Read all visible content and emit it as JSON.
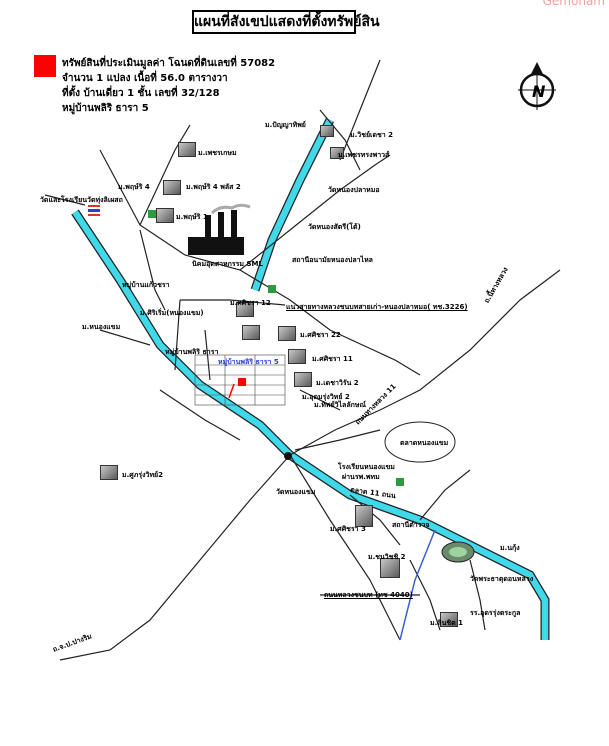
{
  "title": "แผนที่สังเขปแสดงที่ตั้งทรัพย์สิน",
  "watermark": "Gemonam",
  "property_info": {
    "line1": "ทรัพย์สินที่ประเมินมูลค่า โฉนดที่ดินเลขที่ 57082",
    "line2": "จำนวน 1 แปลง เนื้อที่ 56.0 ตารางวา",
    "line3": "ที่ตั้ง บ้านเดี่ยว 1 ชั้น เลขที่ 32/128",
    "line4": "หมู่บ้านพลิริ ธารา 5"
  },
  "compass_letter": "N",
  "places": {
    "pan_thai": "ม.ปัญญาทิพย์",
    "witcha2": "ม.วิชย์เดชา 2",
    "petch_praves": "ม.เพชรทรงพาวส์",
    "wat_nong_plaklao": "วัดหนองปลาหมอ",
    "petch_kasem": "ม.เพชรเกษม",
    "psr4": "ม.พฤษ์ริ 4",
    "psr4plus2": "ม.พฤษ์ริ 4 พลัส 2",
    "psr1": "ม.พฤษ์ริ 1",
    "wat_rong_chang": "วัดและโรงเรียนวัดทุ่งลิเผสถ",
    "wat_nong_sakon": "วัดหนองสัตรี(โต้)",
    "station_plaklao": "สถานีอนามัยหนองปลาไหล",
    "factory": "นิคมอุตสาหกรรม SML",
    "ban_kaew": "หมู่บ้านแก้วชรา",
    "petch_pc12": "ม.ศศิชรา 12",
    "road_3226": "แนวสายทางหลวงชนบทสายเก่า-หนองปลาหมอ( ทช.3226)",
    "sithi_nak": "ม.ศิริเริ่ม(หนองแขม)",
    "nong_khaem": "ม.หนองแขม",
    "mu_bin_rama": "หมู่บ้านพลิริ ธารา",
    "property_village": "หมู่บ้านพลิริ ธารา 5",
    "petch12b": "ม.ศศิชรา 22",
    "petch11": "ม.ศศิชรา 11",
    "uthairat2": "ม.เดชาวิรัน 2",
    "rungwit2": "ม.อุดมรุ่งวิทย์ 2",
    "tuk_wongwan": "ม.ทิพย์วิไลลักษณ์",
    "road_11": "ถนนทางหลวง 11",
    "talat_nong": "ตลาดหนองแขม",
    "rongrian": "โรงเรียนหนองแขม",
    "hospital": "ผ่านรพ.พทม",
    "market_road": "ตลาด 11 ถนน",
    "petch_kunruang": "ม.ศูภรุ่งวิทย์2",
    "wat_nong_khaem": "วัดหนองแขม",
    "sathan": "สถานีตำรวจ",
    "petch3": "ม.ศศิชรา 3",
    "ban_rungchai2": "ม.ชนวิชชิ 2",
    "wat_phrathat": "วัดพระธาตุดอนหลวง",
    "rs_uttaram": "รร.อุดรรุ่งตระกูล",
    "chao_nong": "ม.ลินชิต 1",
    "road_4040": "ถนนหลวงชนบท (ทช 4040)",
    "ban_tukwan": "ม.นกุ้ง",
    "road_bottom_left": "ถ.จ.ป.ปางริม",
    "road_right_top": "ถ.นี้ทางหลวง"
  }
}
